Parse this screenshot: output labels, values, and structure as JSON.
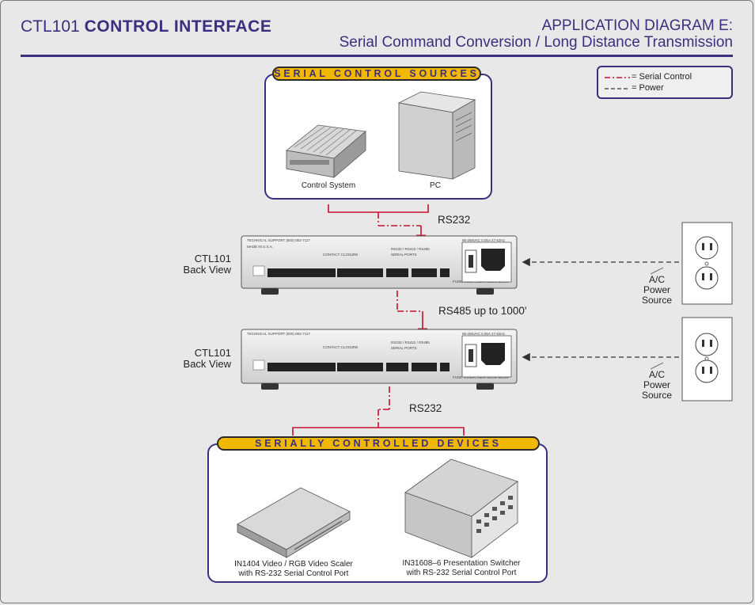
{
  "header": {
    "brand": "CTL101",
    "product": "CONTROL INTERFACE",
    "diagram_title": "APPLICATION DIAGRAM E:",
    "diagram_subtitle": "Serial Command Conversion / Long Distance Transmission"
  },
  "legend": {
    "serial_label": "= Serial Control",
    "power_label": "= Power"
  },
  "colors": {
    "accent": "#3b2f7e",
    "serial_line": "#c8102e",
    "banner": "#f2b800"
  },
  "sources": {
    "banner": "SERIAL CONTROL SOURCES",
    "control_system": "Control System",
    "pc": "PC"
  },
  "connections": {
    "rs232_top": "RS232",
    "rs485": "RS485 up to 1000'",
    "rs232_bottom": "RS232"
  },
  "units": [
    {
      "label_line1": "CTL101",
      "label_line2": "Back View"
    },
    {
      "label_line1": "CTL101",
      "label_line2": "Back View"
    }
  ],
  "power_sources": [
    {
      "line1": "A/C",
      "line2": "Power",
      "line3": "Source"
    },
    {
      "line1": "A/C",
      "line2": "Power",
      "line3": "Source"
    }
  ],
  "devices": {
    "banner": "SERIALLY CONTROLLED DEVICES",
    "scaler_line1": "IN1404 Video / RGB Video Scaler",
    "scaler_line2": "with RS-232 Serial Control Port",
    "switcher_line1": "IN31608–6 Presentation Switcher",
    "switcher_line2": "with RS-232 Serial Control Port"
  }
}
